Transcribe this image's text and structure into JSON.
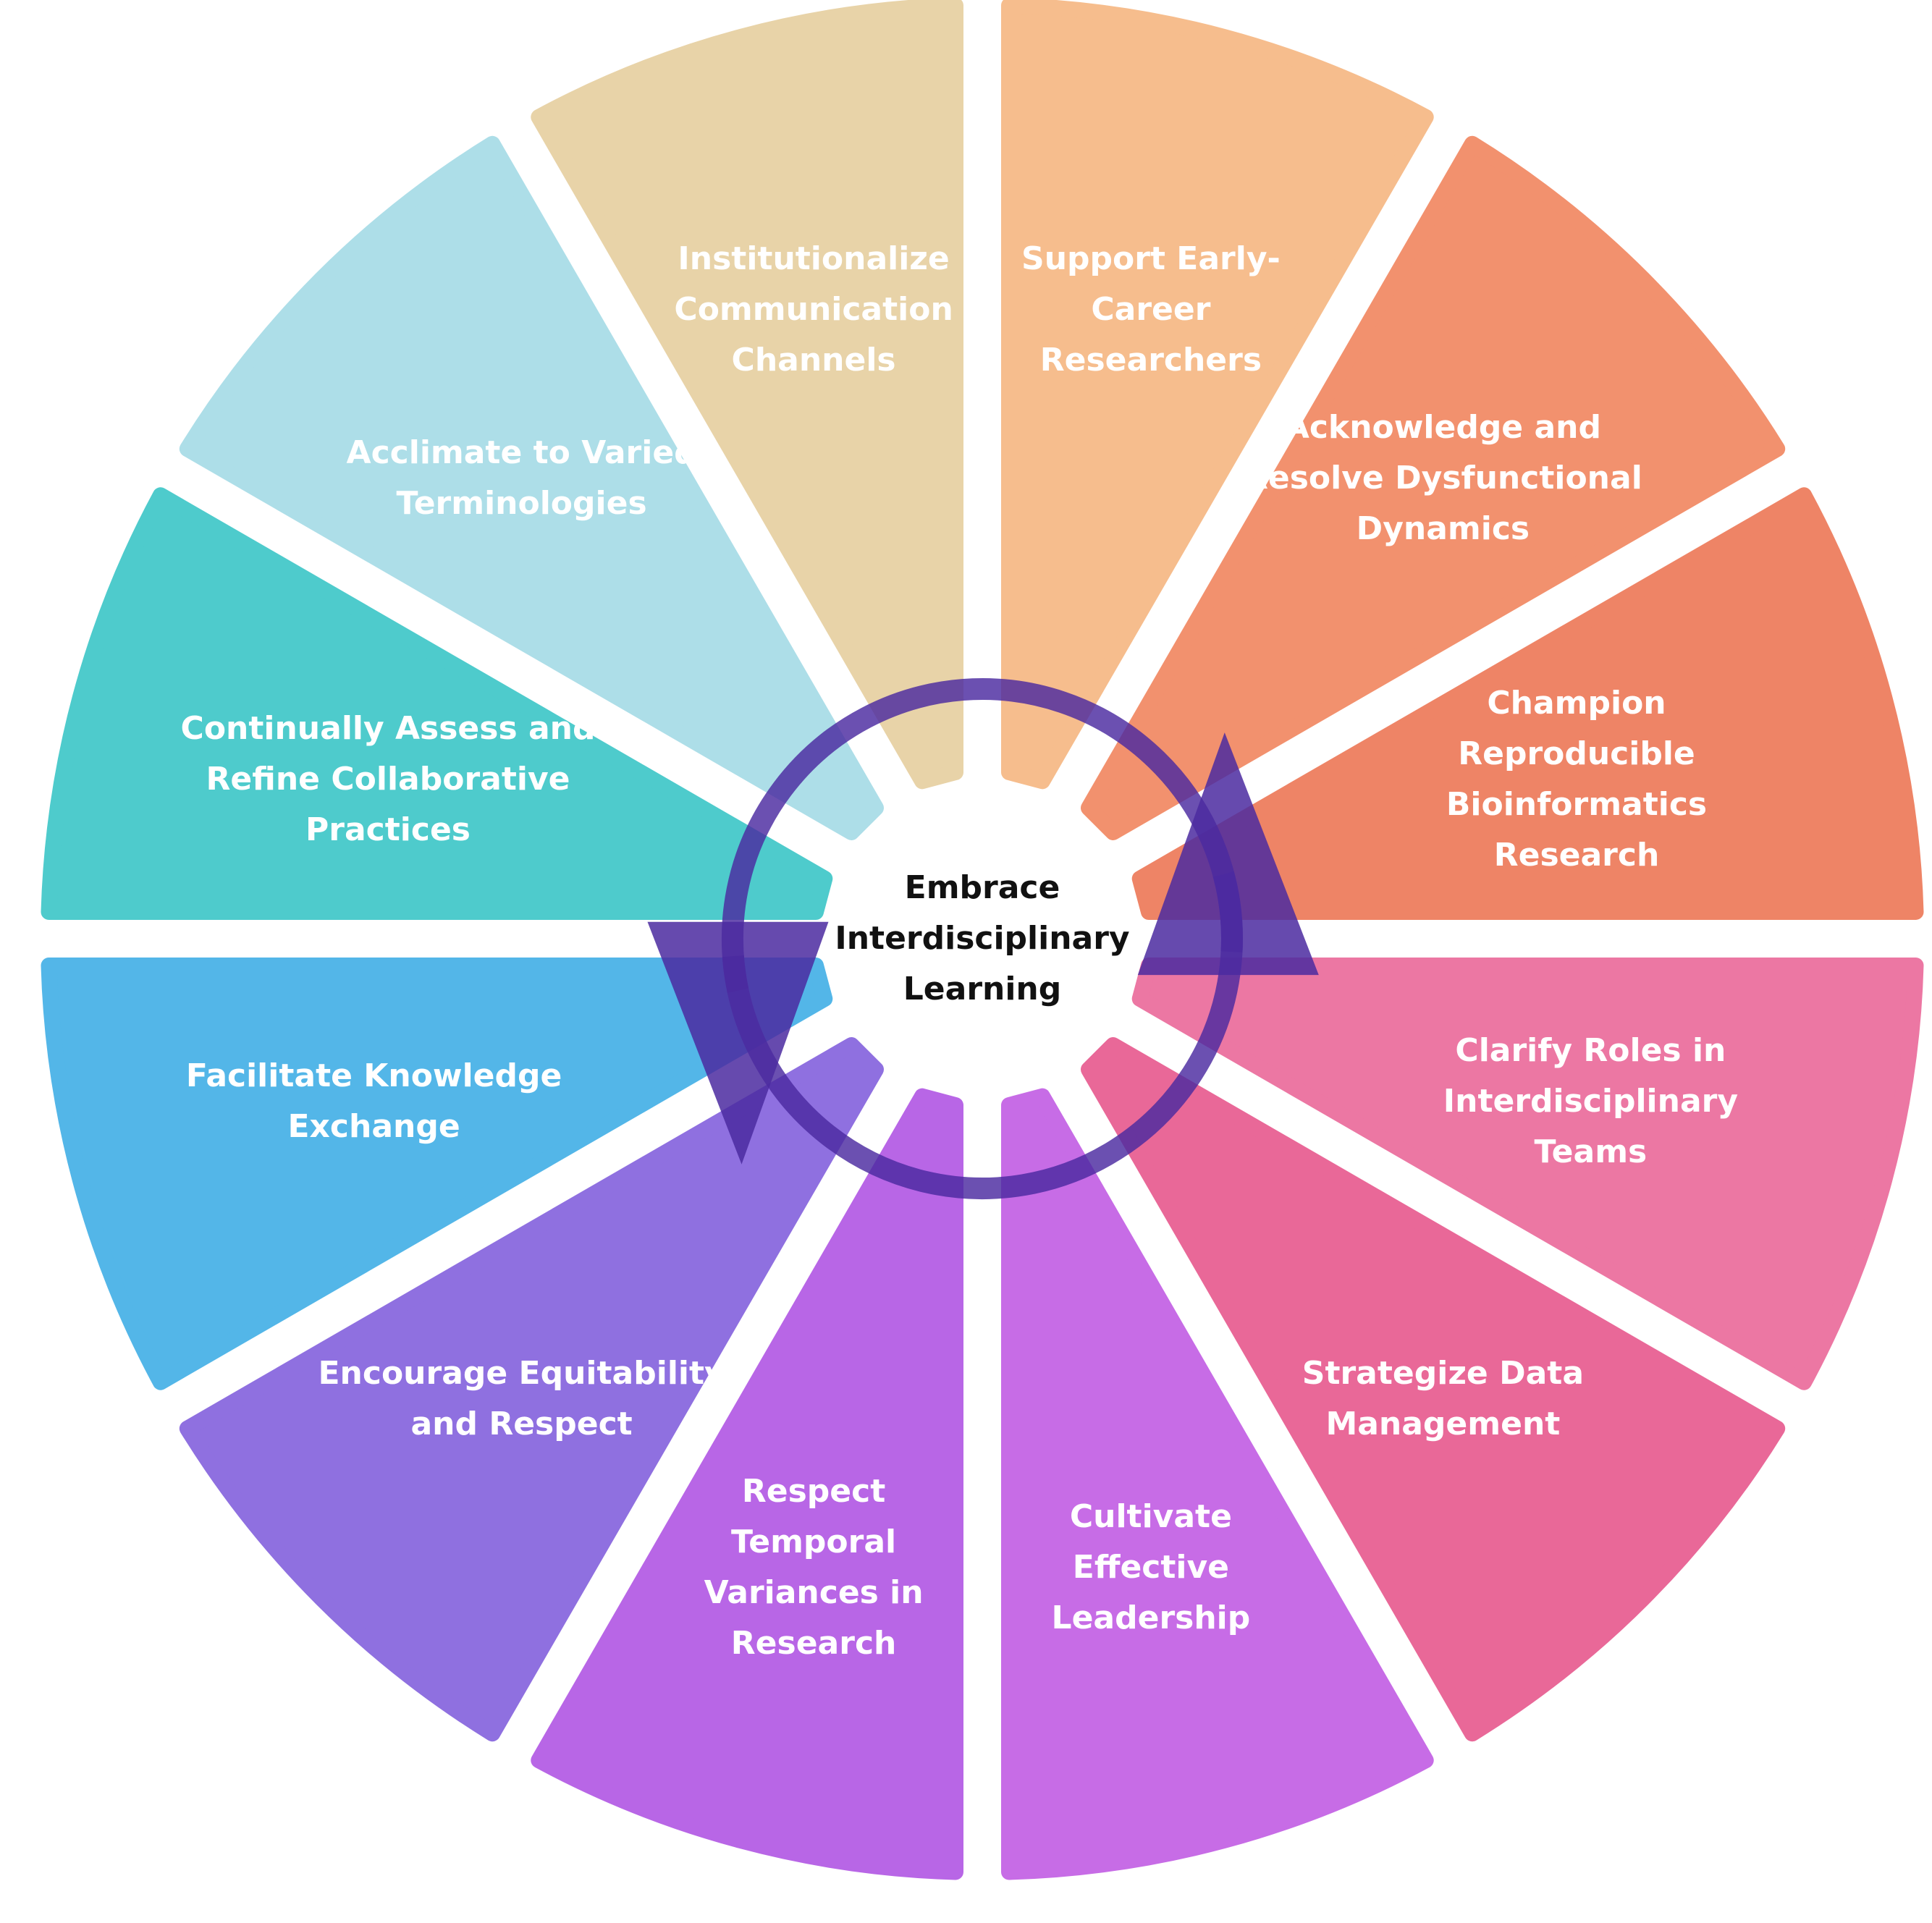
{
  "diagram": {
    "center": {
      "label": "Embrace\nInterdisciplinary\nLearning"
    },
    "segments": [
      {
        "id": "support-early-career",
        "label": "Support Early-\nCareer\nResearchers",
        "color": "#F6BD8D"
      },
      {
        "id": "acknowledge-resolve",
        "label": "Acknowledge and\nResolve Dysfunctional\nDynamics",
        "color": "#F2916E"
      },
      {
        "id": "champion-reproducible",
        "label": "Champion\nReproducible\nBioinformatics\nResearch",
        "color": "#EE8466"
      },
      {
        "id": "clarify-roles",
        "label": "Clarify Roles in\nInterdisciplinary Teams",
        "color": "#EC77A3"
      },
      {
        "id": "strategize-data",
        "label": "Strategize Data\nManagement",
        "color": "#E96898"
      },
      {
        "id": "cultivate-leadership",
        "label": "Cultivate\nEffective\nLeadership",
        "color": "#C76CE6"
      },
      {
        "id": "respect-temporal",
        "label": "Respect\nTemporal\nVariances in\nResearch",
        "color": "#B866E6"
      },
      {
        "id": "encourage-equitability",
        "label": "Encourage Equitability\nand Respect",
        "color": "#8F70E0"
      },
      {
        "id": "facilitate-knowledge",
        "label": "Facilitate Knowledge\nExchange",
        "color": "#53B6E8"
      },
      {
        "id": "continually-assess",
        "label": "Continually Assess and\nRefine Collaborative\nPractices",
        "color": "#4ECBCC"
      },
      {
        "id": "acclimate-terminologies",
        "label": "Acclimate to Varied\nTerminologies",
        "color": "#ADDEE8"
      },
      {
        "id": "institutionalize-channels",
        "label": "Institutionalize\nCommunication\nChannels",
        "color": "#E8D3A8"
      }
    ],
    "cycle_arrow_color": "#4B2AA0"
  }
}
